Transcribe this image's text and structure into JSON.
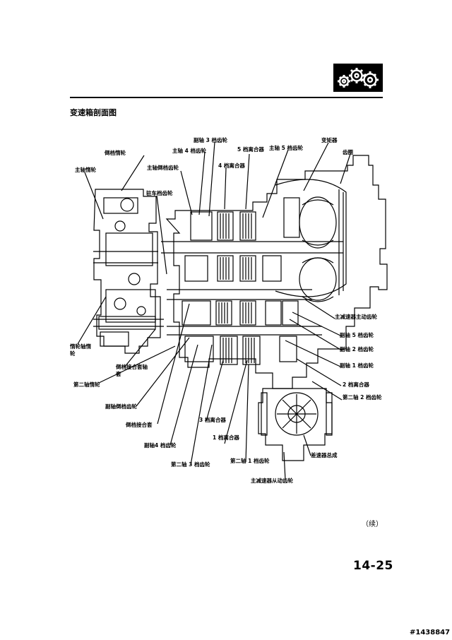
{
  "header": {
    "section_icon": "gears-icon",
    "title": "变速箱剖面图"
  },
  "labels": {
    "countershaft_3rd_gear": "副轴 3 档齿轮",
    "torque_converter": "变矩器",
    "reverse_idler_gear": "倒档惰轮",
    "mainshaft_4th_gear": "主轴 4 档齿轮",
    "clutch_5th": "5 档离合器",
    "mainshaft_5th_gear": "主轴 5 档齿轮",
    "ring_gear": "齿圈",
    "mainshaft_idler_gear": "主轴惰轮",
    "mainshaft_reverse_gear": "主轴倒档齿轮",
    "clutch_4th": "4 档离合器",
    "park_gear": "驻车档齿轮",
    "final_drive_gear": "主减速器主动齿轮",
    "countershaft_5th_gear": "副轴 5 档齿轮",
    "countershaft_2nd_gear": "副轴 2 档齿轮",
    "idler_gear_shaft": "惰轮轴惰轮",
    "countershaft_1st_gear": "副轴 1 档齿轮",
    "reverse_selector_hub": "倒档接合套轴套",
    "clutch_2nd": "2 档离合器",
    "secondary_shaft_idler_gear": "第二轴惰轮",
    "secondary_shaft_2nd_gear": "第二轴 2 档齿轮",
    "countershaft_reverse_gear": "副轴倒档齿轮",
    "clutch_3rd": "3 档离合器",
    "reverse_selector": "倒档接合套",
    "clutch_1st": "1 档离合器",
    "countershaft_4th_gear": "副轴4 档齿轮",
    "differential_assembly": "差速器总成",
    "secondary_shaft_3rd_gear": "第二轴 3 档齿轮",
    "secondary_shaft_1st_gear": "第二轴 1 档齿轮",
    "final_driven_gear": "主减速器从动齿轮"
  },
  "footer": {
    "continued": "（续）",
    "page_number": "14-25",
    "stamp": "#1438847"
  }
}
